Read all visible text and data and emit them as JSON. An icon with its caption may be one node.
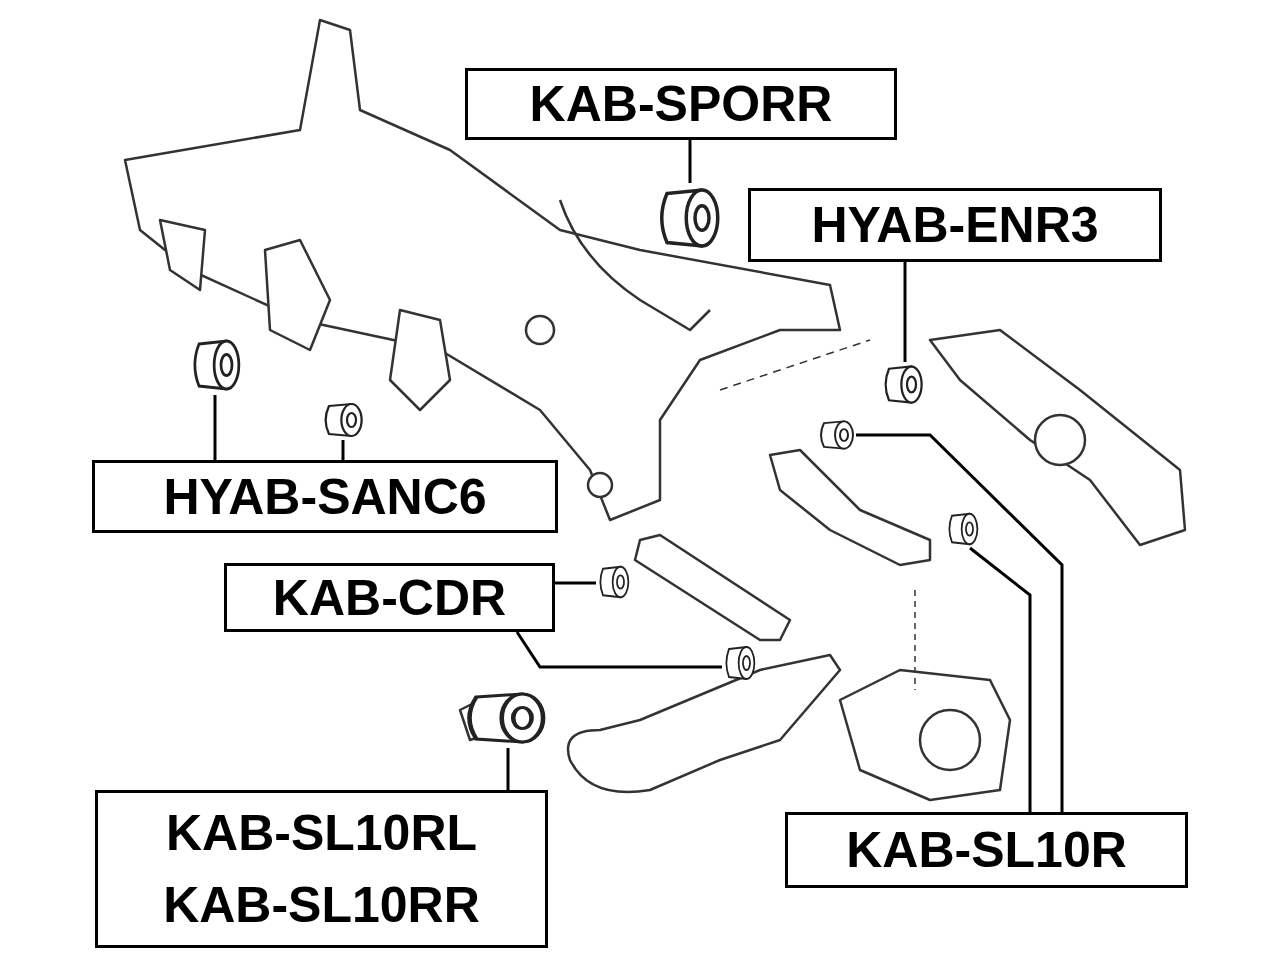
{
  "diagram": {
    "nodes": [
      {
        "text": [
          "KAB-SPORR"
        ]
      },
      {
        "text": [],
        "shape": "cylinder"
      },
      {
        "text": [
          "HYAB-ENR3"
        ]
      },
      {
        "text": [],
        "shape": "cylinder"
      },
      {
        "text": [
          "HYAB-SANC6"
        ]
      },
      {
        "text": [],
        "shape": "cylinder"
      },
      {
        "text": [],
        "shape": "cylinder"
      },
      {
        "text": [
          "KAB-CDR"
        ]
      },
      {
        "text": [],
        "shape": "cylinder"
      },
      {
        "text": [],
        "shape": "cylinder"
      },
      {
        "text": [
          "KAB-SL10RL",
          "KAB-SL10RR"
        ]
      },
      {
        "text": [],
        "shape": "cylinder"
      },
      {
        "text": [
          "KAB-SL10R"
        ]
      },
      {
        "text": [],
        "shape": "cylinder"
      },
      {
        "text": [],
        "shape": "cylinder"
      }
    ],
    "edges": [
      {
        "from": 0,
        "to": 1,
        "arrow": "none"
      },
      {
        "from": 2,
        "to": 3,
        "arrow": "none"
      },
      {
        "from": 4,
        "to": 5,
        "arrow": "none"
      },
      {
        "from": 4,
        "to": 6,
        "arrow": "none"
      },
      {
        "from": 7,
        "to": 8,
        "arrow": "none"
      },
      {
        "from": 7,
        "to": 9,
        "arrow": "none"
      },
      {
        "from": 10,
        "to": 11,
        "arrow": "none"
      },
      {
        "from": 12,
        "to": 13,
        "arrow": "none"
      },
      {
        "from": 12,
        "to": 14,
        "arrow": "none"
      }
    ]
  }
}
